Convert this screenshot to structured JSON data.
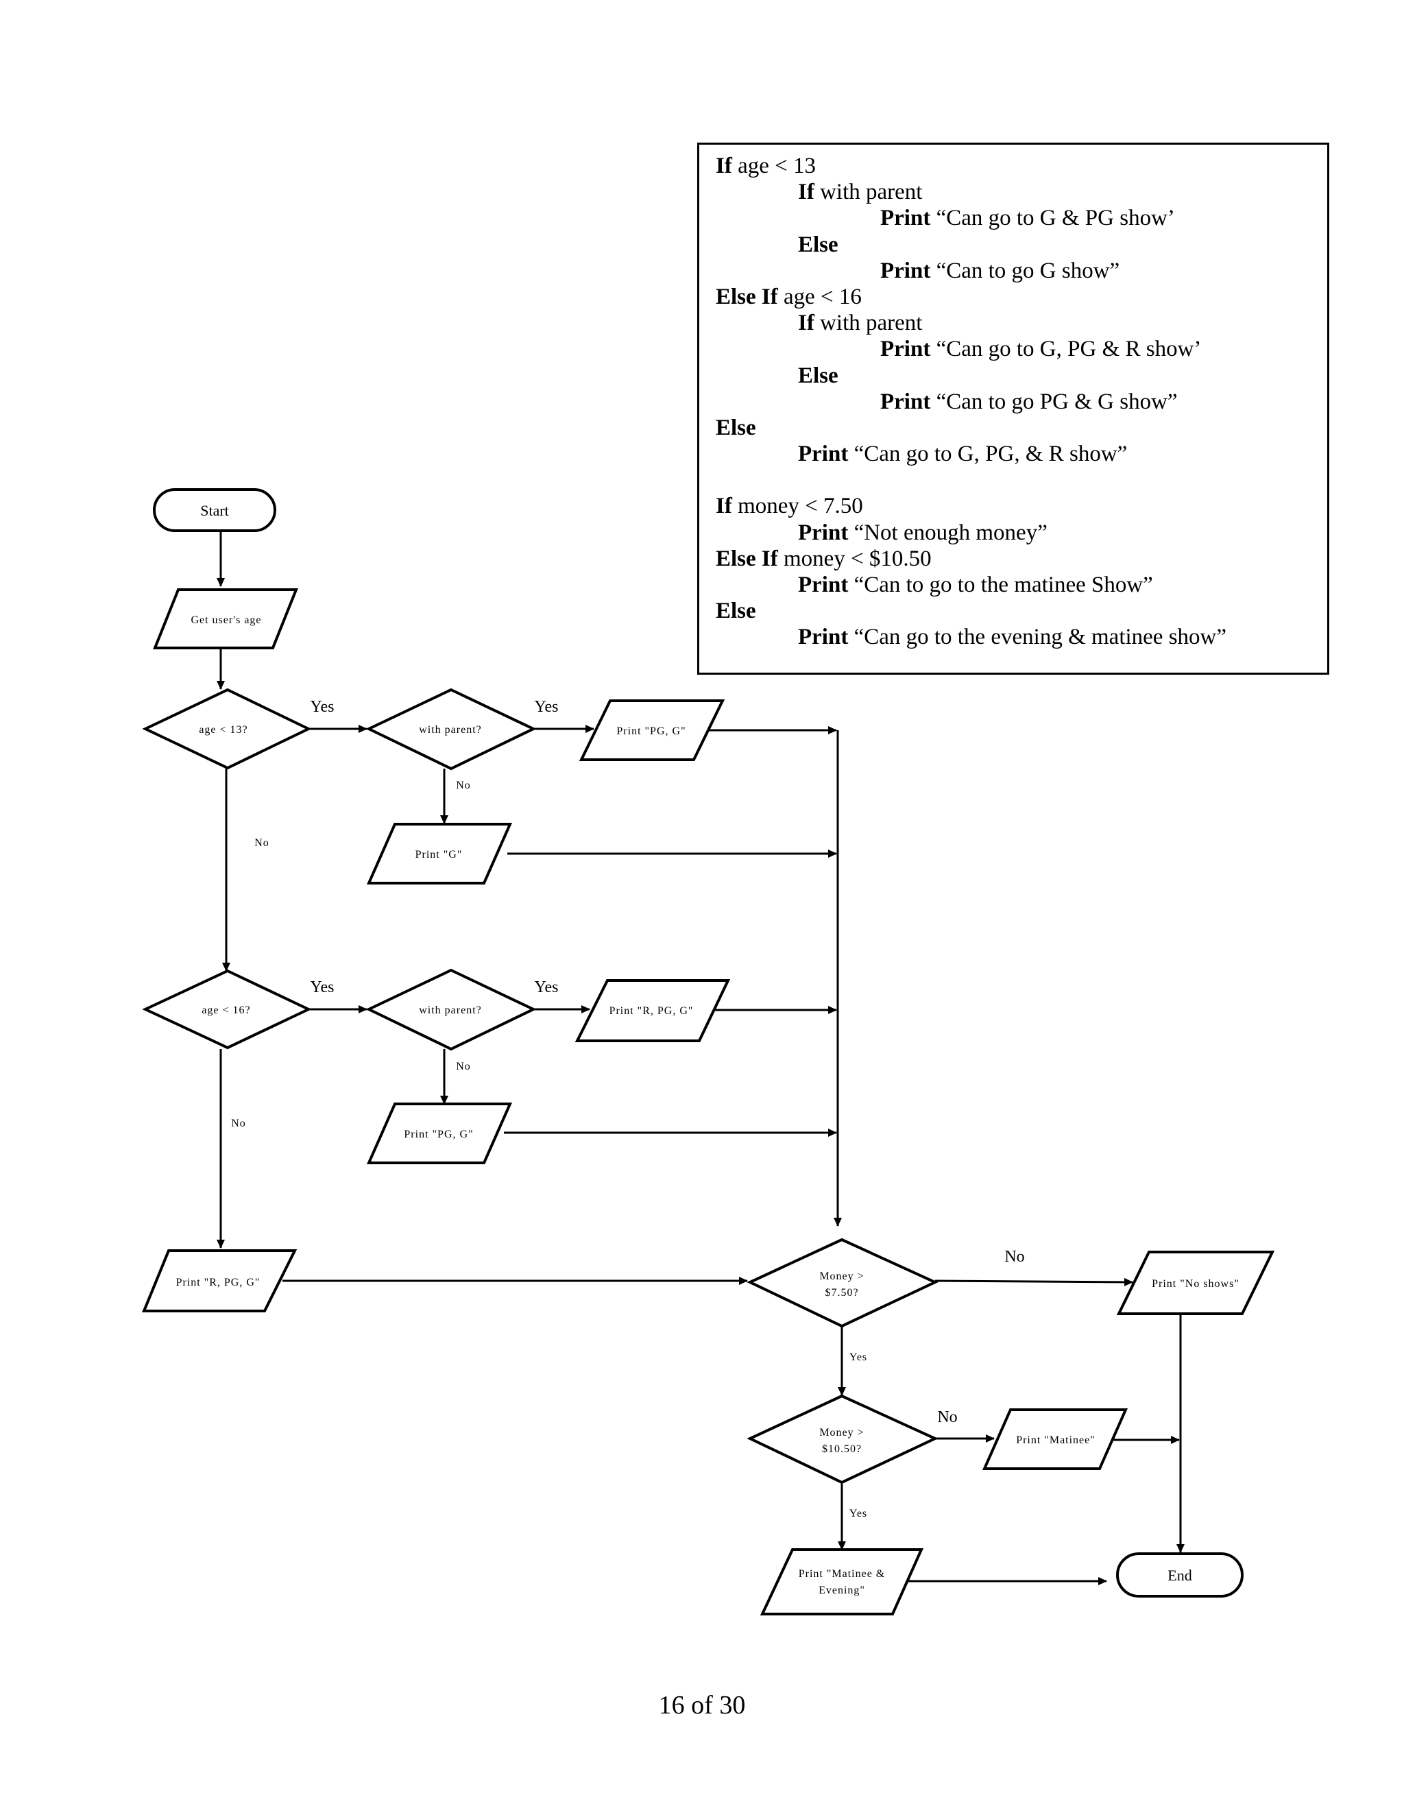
{
  "pseudocode": {
    "lines": [
      {
        "indent": 0,
        "keyword": "If",
        "text": " age < 13"
      },
      {
        "indent": 1,
        "keyword": "If",
        "text": " with parent"
      },
      {
        "indent": 2,
        "keyword": "Print",
        "text": " “Can go to G & PG show’"
      },
      {
        "indent": 1,
        "keyword": "Else",
        "text": ""
      },
      {
        "indent": 2,
        "keyword": "Print",
        "text": " “Can to go G show”"
      },
      {
        "indent": 0,
        "keyword": "Else If",
        "text": " age < 16"
      },
      {
        "indent": 1,
        "keyword": "If",
        "text": " with parent"
      },
      {
        "indent": 2,
        "keyword": "Print",
        "text": " “Can go to G, PG & R show’"
      },
      {
        "indent": 1,
        "keyword": "Else",
        "text": ""
      },
      {
        "indent": 2,
        "keyword": "Print",
        "text": " “Can to go PG & G show”"
      },
      {
        "indent": 0,
        "keyword": "Else",
        "text": ""
      },
      {
        "indent": 1,
        "keyword": "Print",
        "text": " “Can go to G, PG, & R show”"
      },
      {
        "indent": 0,
        "keyword": "",
        "text": ""
      },
      {
        "indent": 0,
        "keyword": "If",
        "text": " money < 7.50"
      },
      {
        "indent": 1,
        "keyword": "Print",
        "text": " “Not enough money”"
      },
      {
        "indent": 0,
        "keyword": "Else If",
        "text": " money < $10.50"
      },
      {
        "indent": 1,
        "keyword": "Print",
        "text": " “Can to go to the matinee Show”"
      },
      {
        "indent": 0,
        "keyword": "Else",
        "text": ""
      },
      {
        "indent": 1,
        "keyword": "Print",
        "text": " “Can go to the evening & matinee show”"
      }
    ]
  },
  "flowchart": {
    "start": "Start",
    "get_age": "Get  user's age",
    "age13": "age < 13?",
    "parent1": "with parent?",
    "print_pg_g_1": "Print \"PG, G\"",
    "print_g": "Print \"G\"",
    "age16": "age < 16?",
    "parent2": "with parent?",
    "print_r_pg_g_1": "Print \"R, PG, G\"",
    "print_pg_g_2": "Print \"PG, G\"",
    "print_r_pg_g_2": "Print \"R, PG, G\"",
    "money750_line1": "Money >",
    "money750_line2": "$7.50?",
    "print_no_shows": "Print \"No shows\"",
    "money1050_line1": "Money >",
    "money1050_line2": "$10.50?",
    "print_matinee": "Print \"Matinee\"",
    "print_matinee_evening_line1": "Print \"Matinee &",
    "print_matinee_evening_line2": "Evening\"",
    "end": "End",
    "labels": {
      "yes": "Yes",
      "no": "No"
    }
  },
  "page_number": "16 of 30"
}
